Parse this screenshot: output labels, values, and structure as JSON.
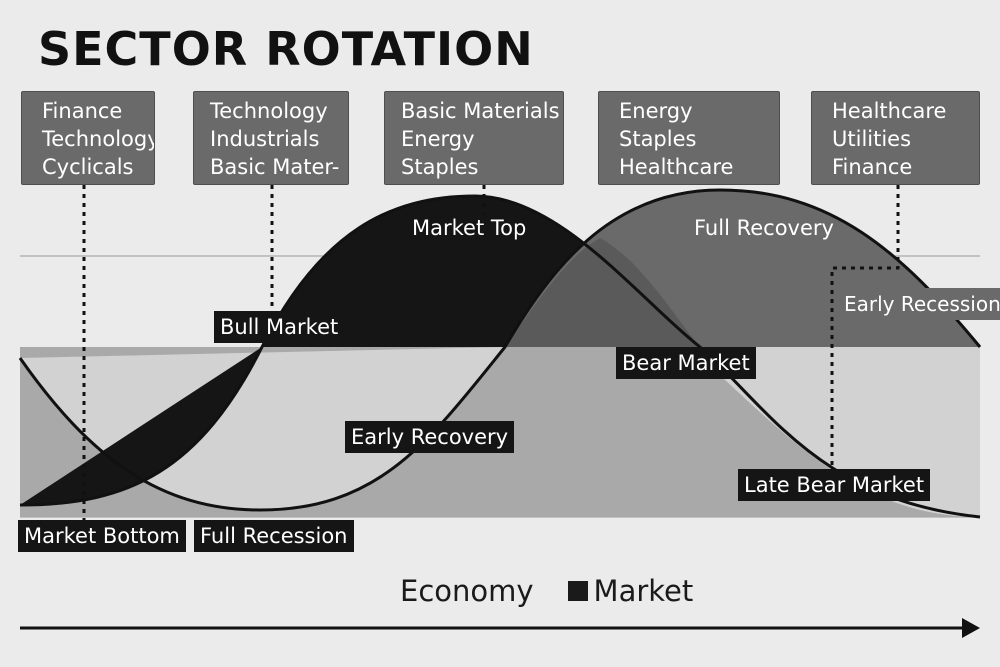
{
  "title": "SECTOR ROTATION",
  "sector_boxes": [
    {
      "lines": [
        "Finance",
        "Technology",
        "Cyclicals"
      ]
    },
    {
      "lines": [
        "Technology",
        "Industrials",
        "Basic Mater-"
      ]
    },
    {
      "lines": [
        "Basic Materials",
        "Energy",
        "Staples"
      ]
    },
    {
      "lines": [
        "Energy",
        "Staples",
        "Healthcare"
      ]
    },
    {
      "lines": [
        "Healthcare",
        "Utilities",
        "Finance"
      ]
    }
  ],
  "phases": {
    "market_top": "Market Top",
    "full_recovery": "Full Recovery",
    "early_recession": "Early Recession",
    "bull_market": "Bull Market",
    "bear_market": "Bear Market",
    "early_recovery": "Early Recovery",
    "late_bear_market": "Late Bear Market",
    "market_bottom": "Market Bottom",
    "full_recession": "Full Recession"
  },
  "legend": {
    "economy": "Economy",
    "market": "Market"
  },
  "colors": {
    "background": "#ebebeb",
    "market": "#151515",
    "economy": "#6a6a6a",
    "band": "#a9a9a9"
  }
}
